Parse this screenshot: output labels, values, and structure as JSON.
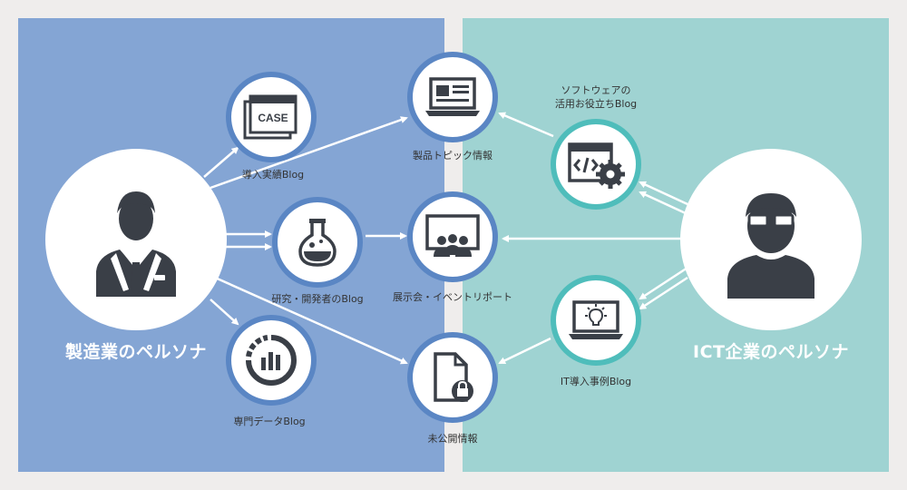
{
  "personas": {
    "manufacturing": "製造業のペルソナ",
    "ict": "ICT企業のペルソナ"
  },
  "nodes": {
    "case_study": {
      "label": "導入実績Blog",
      "badge": "CASE",
      "icon": "case-document-icon"
    },
    "research": {
      "label": "研究・開発者のBlog",
      "icon": "flask-icon"
    },
    "data": {
      "label": "専門データBlog",
      "icon": "data-chart-icon"
    },
    "product": {
      "label": "製品トピック情報",
      "icon": "laptop-icon"
    },
    "exhibition": {
      "label": "展示会・イベントリポート",
      "icon": "presentation-audience-icon"
    },
    "unpublished": {
      "label": "未公開情報",
      "icon": "locked-document-icon"
    },
    "software": {
      "label_line1": "ソフトウェアの",
      "label_line2": "活用お役立ちBlog",
      "icon": "code-window-gear-icon"
    },
    "it_case": {
      "label": "IT導入事例Blog",
      "icon": "monitor-lightbulb-icon"
    }
  },
  "colors": {
    "left_bg": "#84a5d4",
    "right_bg": "#9fd3d2",
    "blue_ring": "#5a86c4",
    "teal_ring": "#4fbdbb",
    "icon_dark": "#3a3f47"
  }
}
